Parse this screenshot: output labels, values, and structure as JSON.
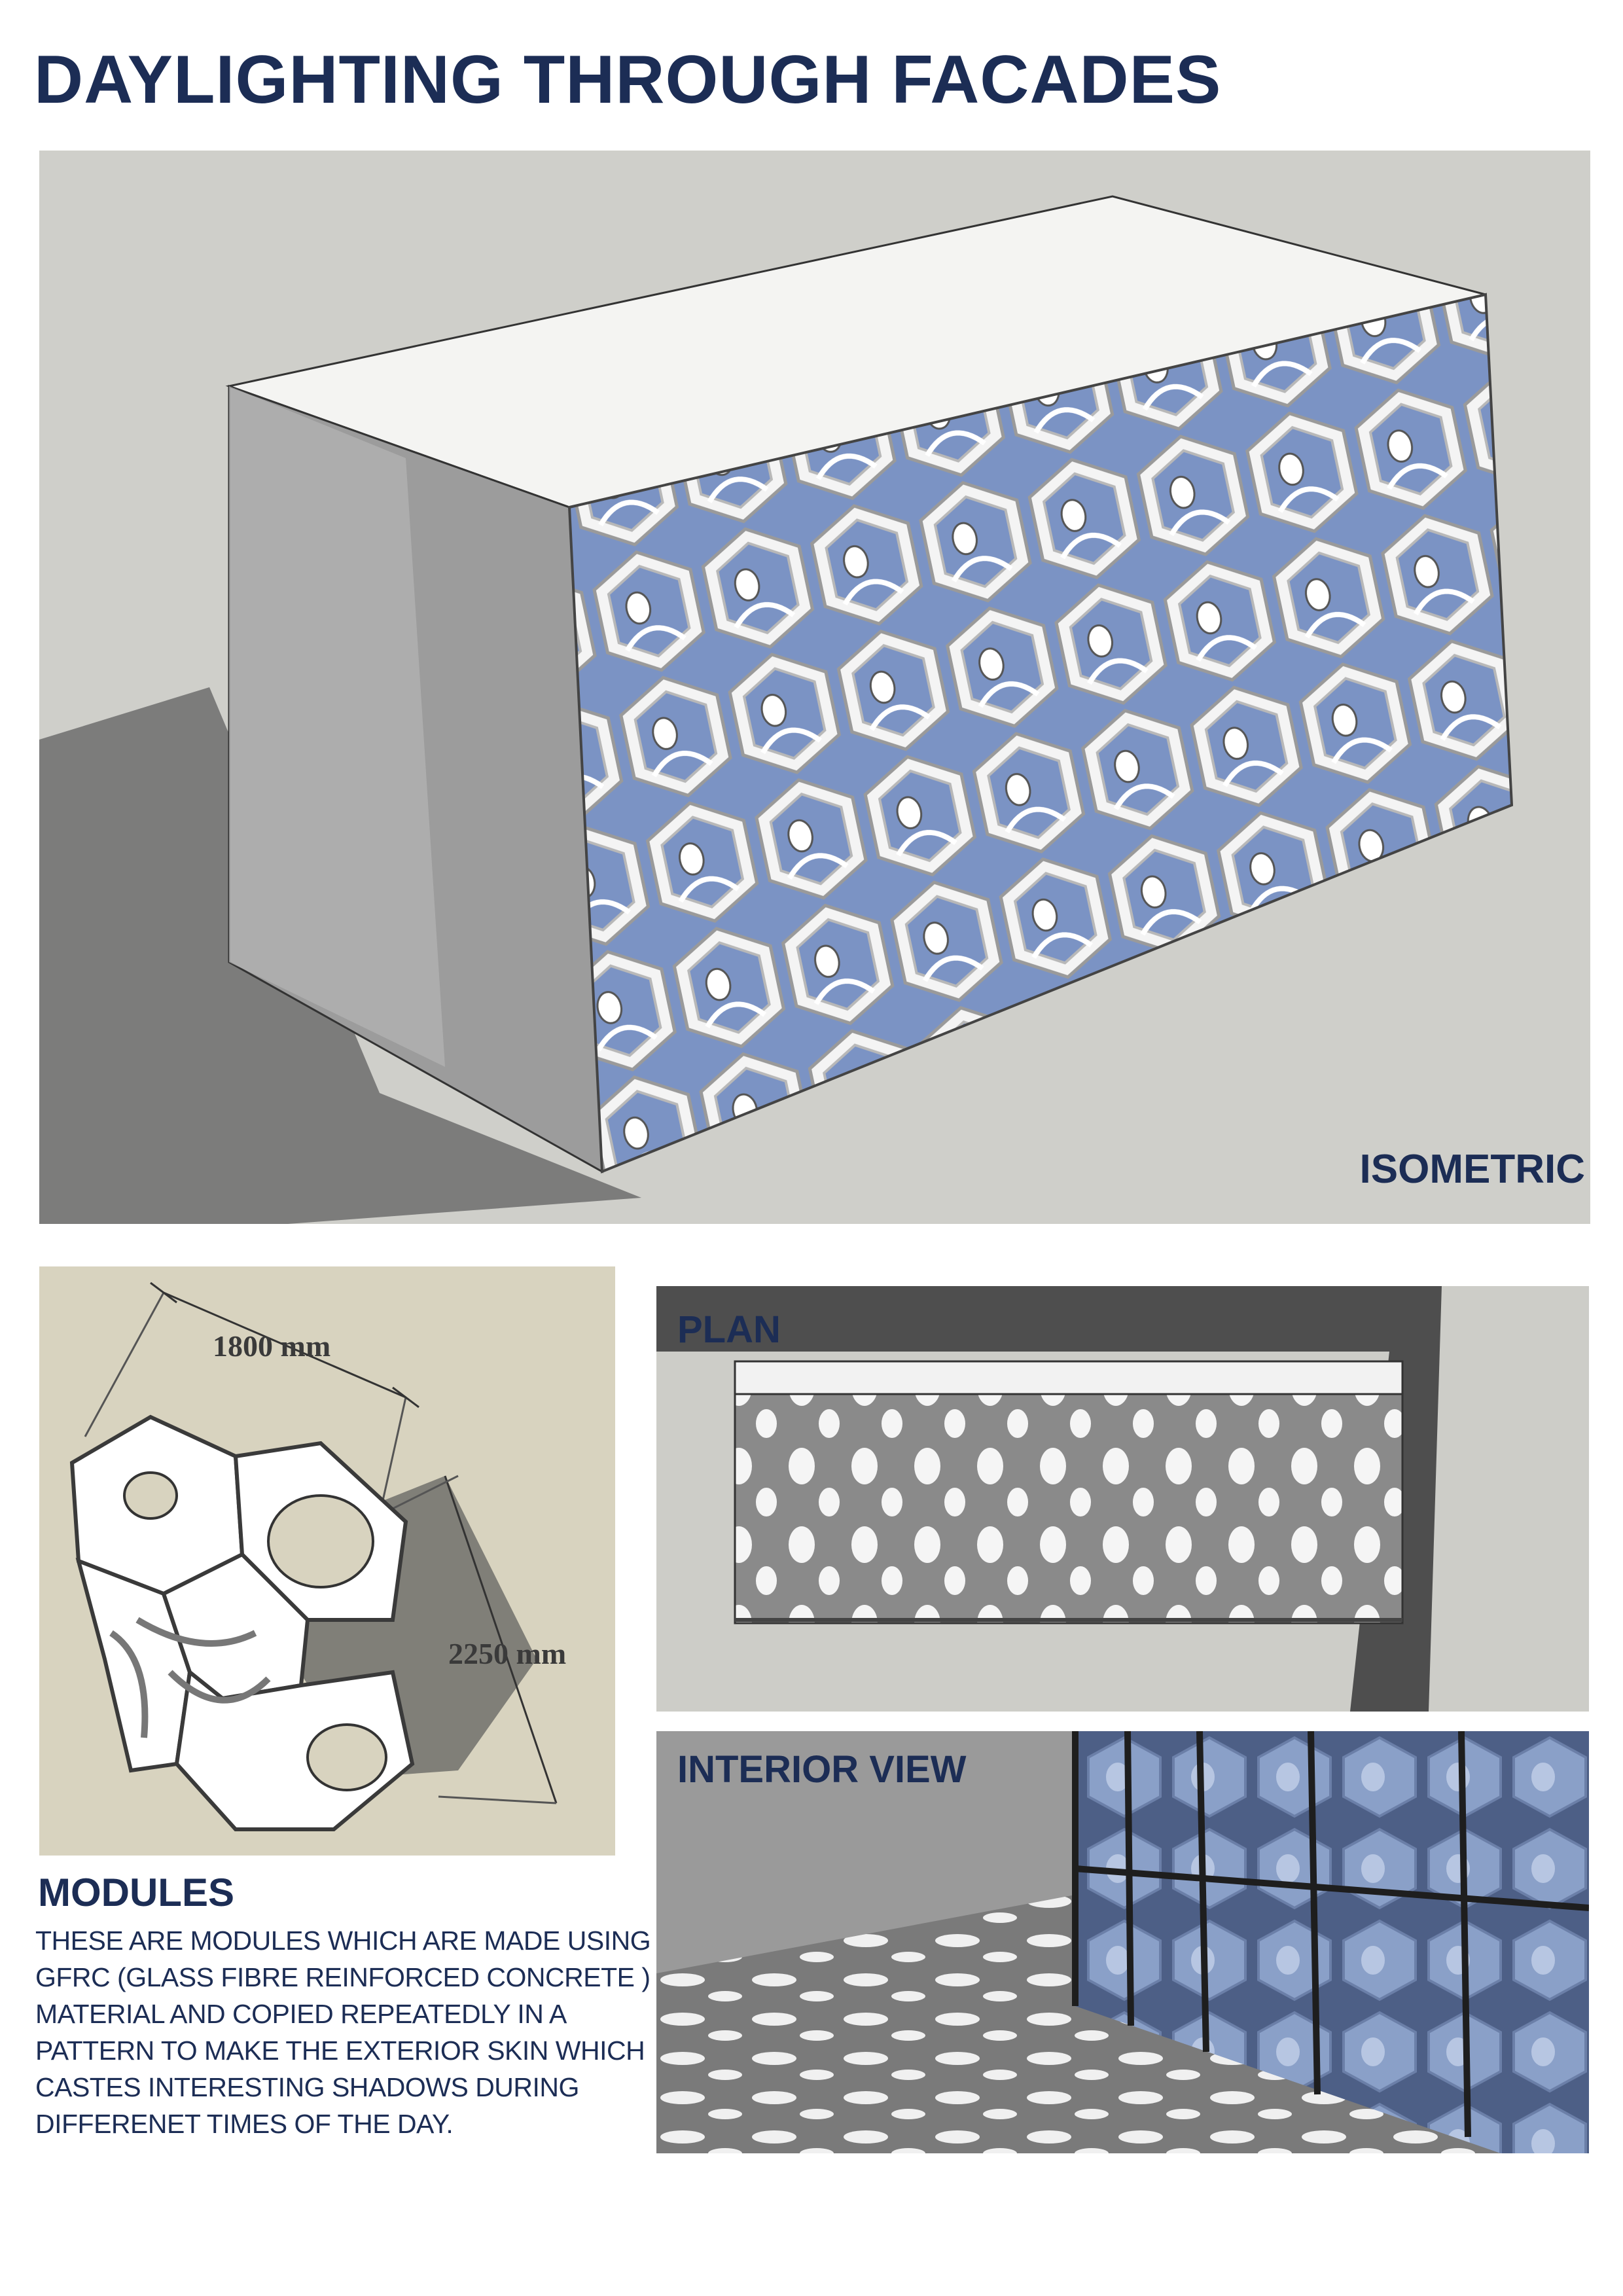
{
  "title": "DAYLIGHTING THROUGH FACADES",
  "panels": {
    "isometric": {
      "label": "ISOMETRIC"
    },
    "plan": {
      "label": "PLAN"
    },
    "interior": {
      "label": "INTERIOR VIEW"
    },
    "modules_drawing": {
      "width_dimension": "1800 mm",
      "height_dimension": "2250 mm"
    }
  },
  "modules": {
    "heading": "MODULES",
    "description_lines": [
      "THESE ARE MODULES WHICH ARE MADE USING",
      "GFRC (GLASS FIBRE REINFORCED CONCRETE )",
      "MATERIAL AND COPIED REPEATEDLY  IN  A",
      "PATTERN TO MAKE THE EXTERIOR SKIN WHICH",
      "CASTES INTERESTING SHADOWS DURING",
      "DIFFERENET TIMES OF THE DAY."
    ]
  },
  "colors": {
    "heading": "#1c2d55",
    "glass": "#7b93c4",
    "module_surface": "#ffffff",
    "background_panel": "#cfcfca",
    "modules_background": "#d8d3bf"
  }
}
